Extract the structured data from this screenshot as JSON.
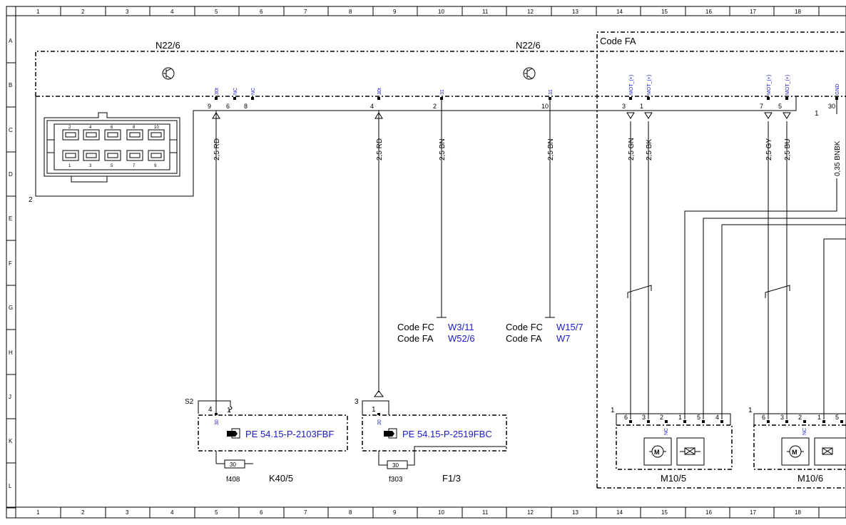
{
  "grid": {
    "columns": [
      "1",
      "2",
      "3",
      "4",
      "5",
      "6",
      "7",
      "8",
      "9",
      "10",
      "11",
      "12",
      "13",
      "14",
      "15",
      "16",
      "17",
      "18"
    ],
    "rows": [
      "A",
      "B",
      "C",
      "D",
      "E",
      "F",
      "G",
      "H",
      "J",
      "K",
      "L"
    ]
  },
  "components": {
    "n22_left": "N22/6",
    "n22_right": "N22/6",
    "code_fa_box": "Code FA",
    "k40": "K40/5",
    "f13": "F1/3",
    "m10_5": "M10/5",
    "m10_6": "M10/6",
    "s2": "S2",
    "f408": "f408",
    "f303": "f303",
    "fuse_label": "30",
    "conn_num_2": "2",
    "conn_num_3": "3",
    "conn_num_1a": "1",
    "conn_num_1b": "1",
    "conn_num_1c": "1"
  },
  "connector_pins": {
    "top_row": [
      "2",
      "4",
      "6",
      "8",
      "10"
    ],
    "bottom_row": [
      "1",
      "3",
      "5",
      "7",
      "9"
    ]
  },
  "ecu_pins": [
    {
      "num": "9",
      "name": "30t"
    },
    {
      "num": "6",
      "name": "NC"
    },
    {
      "num": "8",
      "name": "NC"
    },
    {
      "num": "4",
      "name": "30t"
    },
    {
      "num": "2",
      "name": "31"
    },
    {
      "num": "10",
      "name": "31"
    },
    {
      "num": "3",
      "name": "MOT_(+)"
    },
    {
      "num": "1",
      "name": "MOT_(+)"
    },
    {
      "num": "7",
      "name": "MOT_(+)"
    },
    {
      "num": "5",
      "name": "MOT_(+)"
    },
    {
      "num": "30",
      "name": "GND"
    },
    {
      "num": "1",
      "name": ""
    }
  ],
  "wires": [
    "2,5 RD",
    "2,5 RD",
    "2,5 BN",
    "2,5 BN",
    "2,5 GN",
    "2,5 BK",
    "2,5 GY",
    "2,5 BU",
    "0,35 BNBK"
  ],
  "ground_refs": [
    {
      "line1_label": "Code FC",
      "line1_ref": "W3/11",
      "line2_label": "Code FA",
      "line2_ref": "W52/6"
    },
    {
      "line1_label": "Code FC",
      "line1_ref": "W15/7",
      "line2_label": "Code FA",
      "line2_ref": "W7"
    }
  ],
  "pe_refs": {
    "k40": "PE 54.15-P-2103FBF",
    "f13": "PE 54.15-P-2519FBC"
  },
  "k40_pins": {
    "pin": "4",
    "name": "30",
    "sub": "1"
  },
  "f13_pins": {
    "pin": "1",
    "name": "30"
  },
  "motor_pins": {
    "m10_5": [
      "6",
      "3",
      "2",
      "1",
      "5",
      "4"
    ],
    "m10_6": [
      "6",
      "3",
      "2",
      "1",
      "5"
    ],
    "nc": "NC"
  },
  "colors": {
    "reference_blue": "#1a1acc",
    "line": "#000000"
  }
}
